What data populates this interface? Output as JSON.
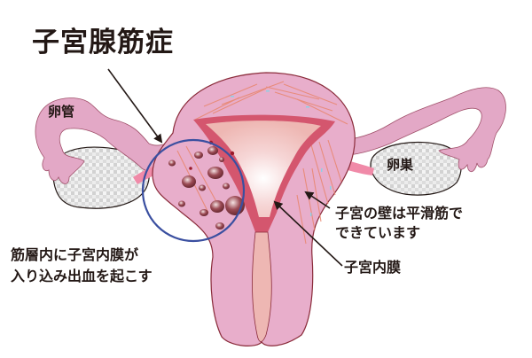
{
  "diagram": {
    "title": "子宮腺筋症",
    "labels": {
      "fallopian_tube": "卵管",
      "ovary": "卵巣",
      "uterine_wall_line1": "子宮の壁は平滑筋で",
      "uterine_wall_line2": "できています",
      "endometrium": "子宮内膜",
      "description_line1": "筋層内に子宮内膜が",
      "description_line2": "入り込み出血を起こす"
    },
    "colors": {
      "tissue_pink": "#e8aecb",
      "endometrium_red": "#d4566e",
      "cavity_light": "#f2c7c4",
      "muscle_fiber": "#e8866e",
      "outline": "#8a2b3a",
      "highlight_circle": "#3a4fa0",
      "arrow": "#231815",
      "ovary_gray": "#d8d8d8"
    }
  }
}
